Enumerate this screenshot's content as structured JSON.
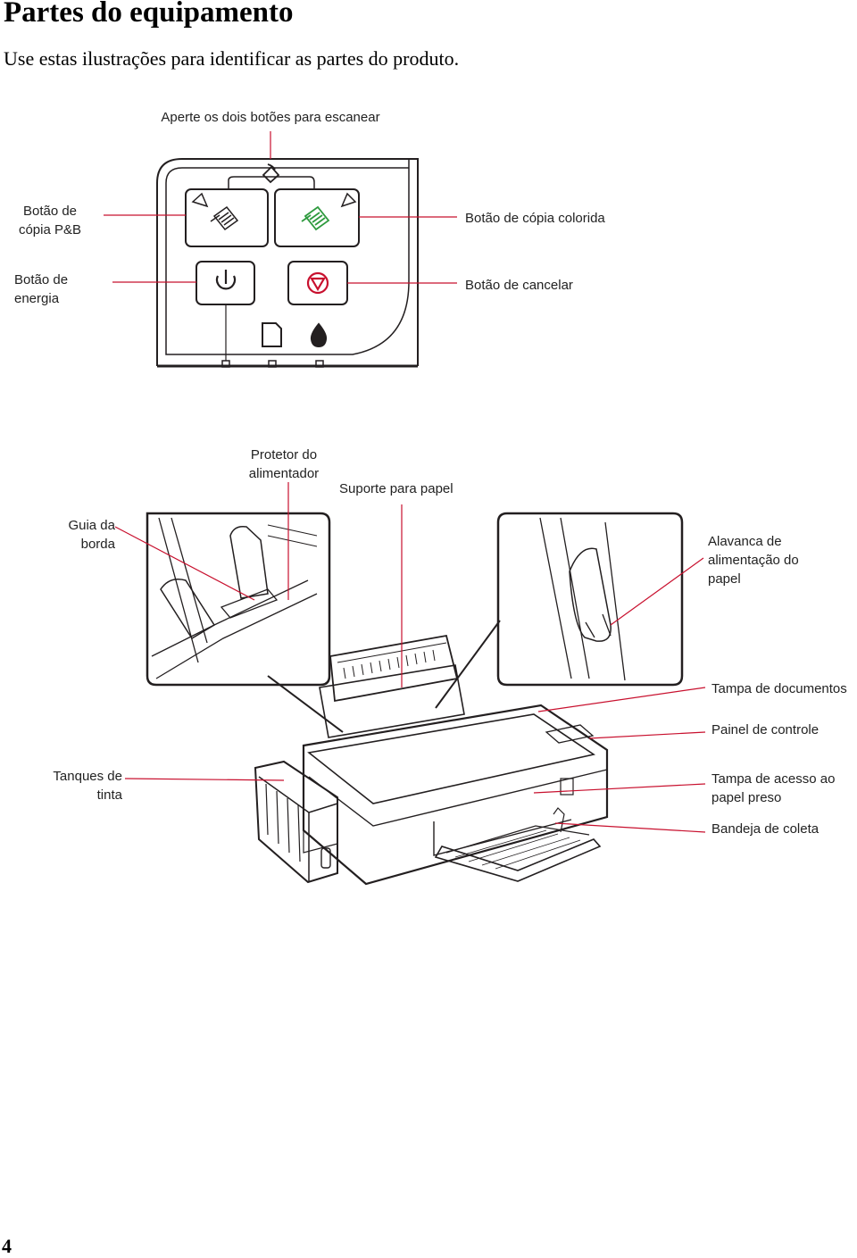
{
  "header": {
    "title": "Partes do equipamento",
    "subtitle": "Use estas ilustrações para identificar as partes do produto."
  },
  "control_panel": {
    "scan_label": "Aperte os dois botões para escanear",
    "bw_copy_label_line1": "Botão de",
    "bw_copy_label_line2": "cópia P&B",
    "color_copy_label": "Botão de cópia colorida",
    "power_label_line1": "Botão de",
    "power_label_line2": "energia",
    "cancel_label": "Botão de cancelar"
  },
  "printer": {
    "feeder_guard_line1": "Protetor do",
    "feeder_guard_line2": "alimentador",
    "paper_support": "Suporte para papel",
    "edge_guide_line1": "Guia da",
    "edge_guide_line2": "borda",
    "feed_lever_line1": "Alavanca de",
    "feed_lever_line2": "alimentação do",
    "feed_lever_line3": "papel",
    "document_cover": "Tampa de documentos",
    "control_panel": "Painel de controle",
    "ink_tanks_line1": "Tanques de",
    "ink_tanks_line2": "tinta",
    "jam_cover_line1": "Tampa de acesso ao",
    "jam_cover_line2": "papel preso",
    "output_tray": "Bandeja de coleta"
  },
  "colors": {
    "leader_line": "#c8102e",
    "green_icon": "#2e9a3e",
    "line_art": "#231f20"
  },
  "footer": {
    "page_number": "4"
  }
}
